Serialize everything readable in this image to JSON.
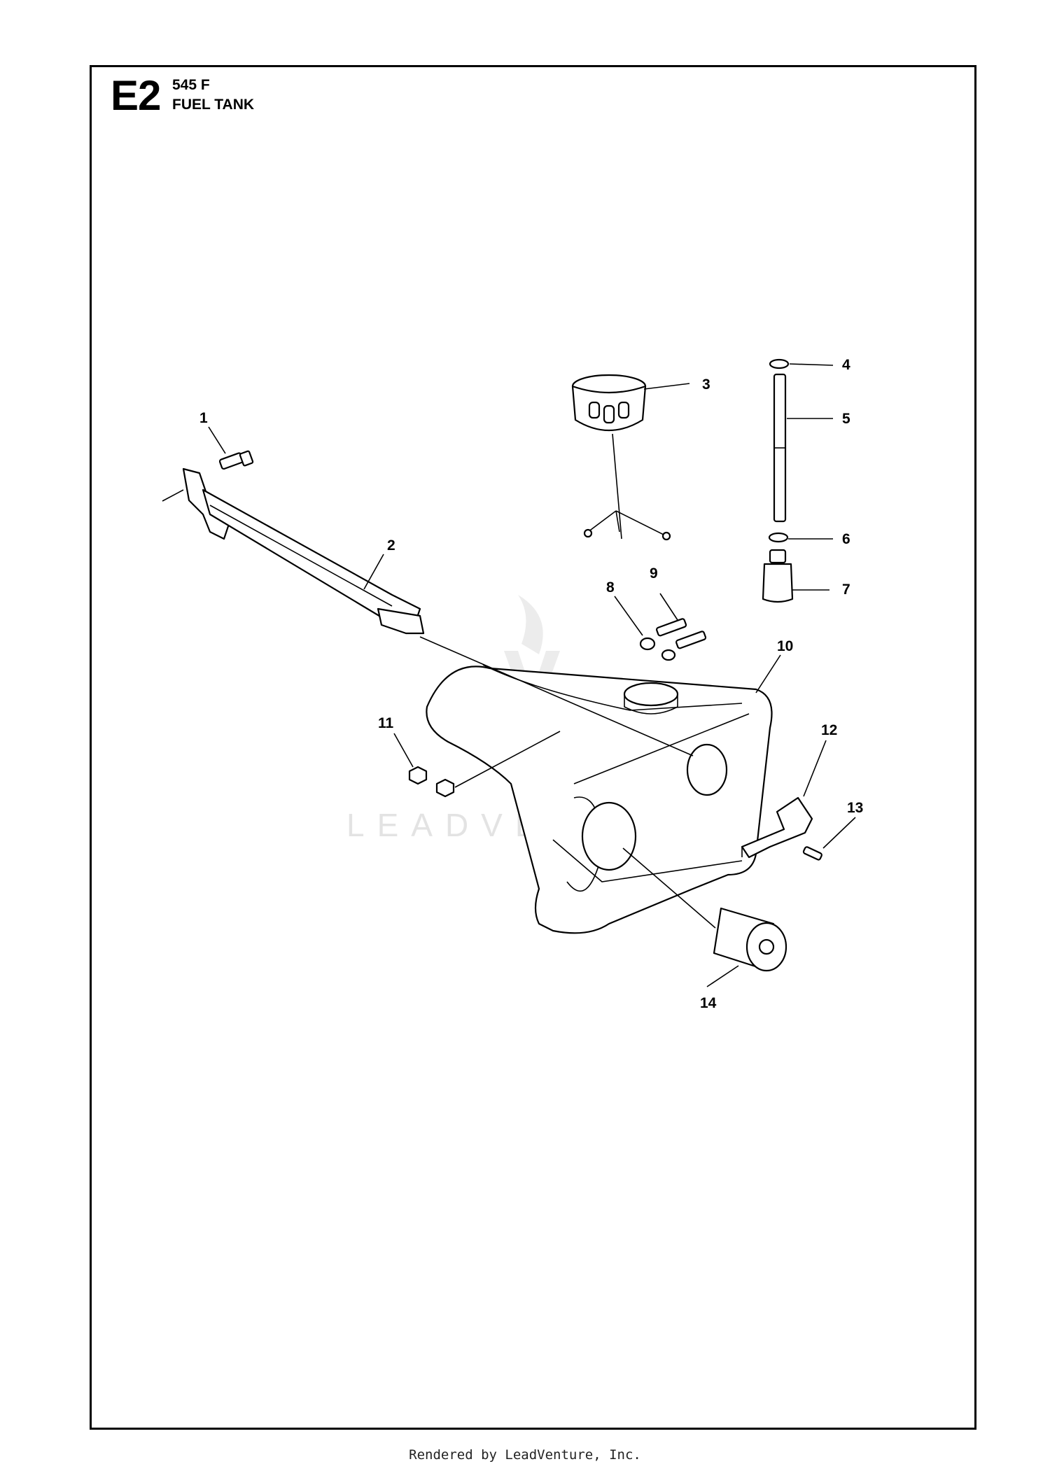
{
  "header": {
    "section_code": "E2",
    "model": "545 F",
    "title": "FUEL TANK"
  },
  "callouts": [
    "1",
    "2",
    "3",
    "4",
    "5",
    "6",
    "7",
    "8",
    "9",
    "10",
    "11",
    "12",
    "13",
    "14"
  ],
  "watermark": "LEADVENTURE",
  "footer": "Rendered by LeadVenture, Inc."
}
